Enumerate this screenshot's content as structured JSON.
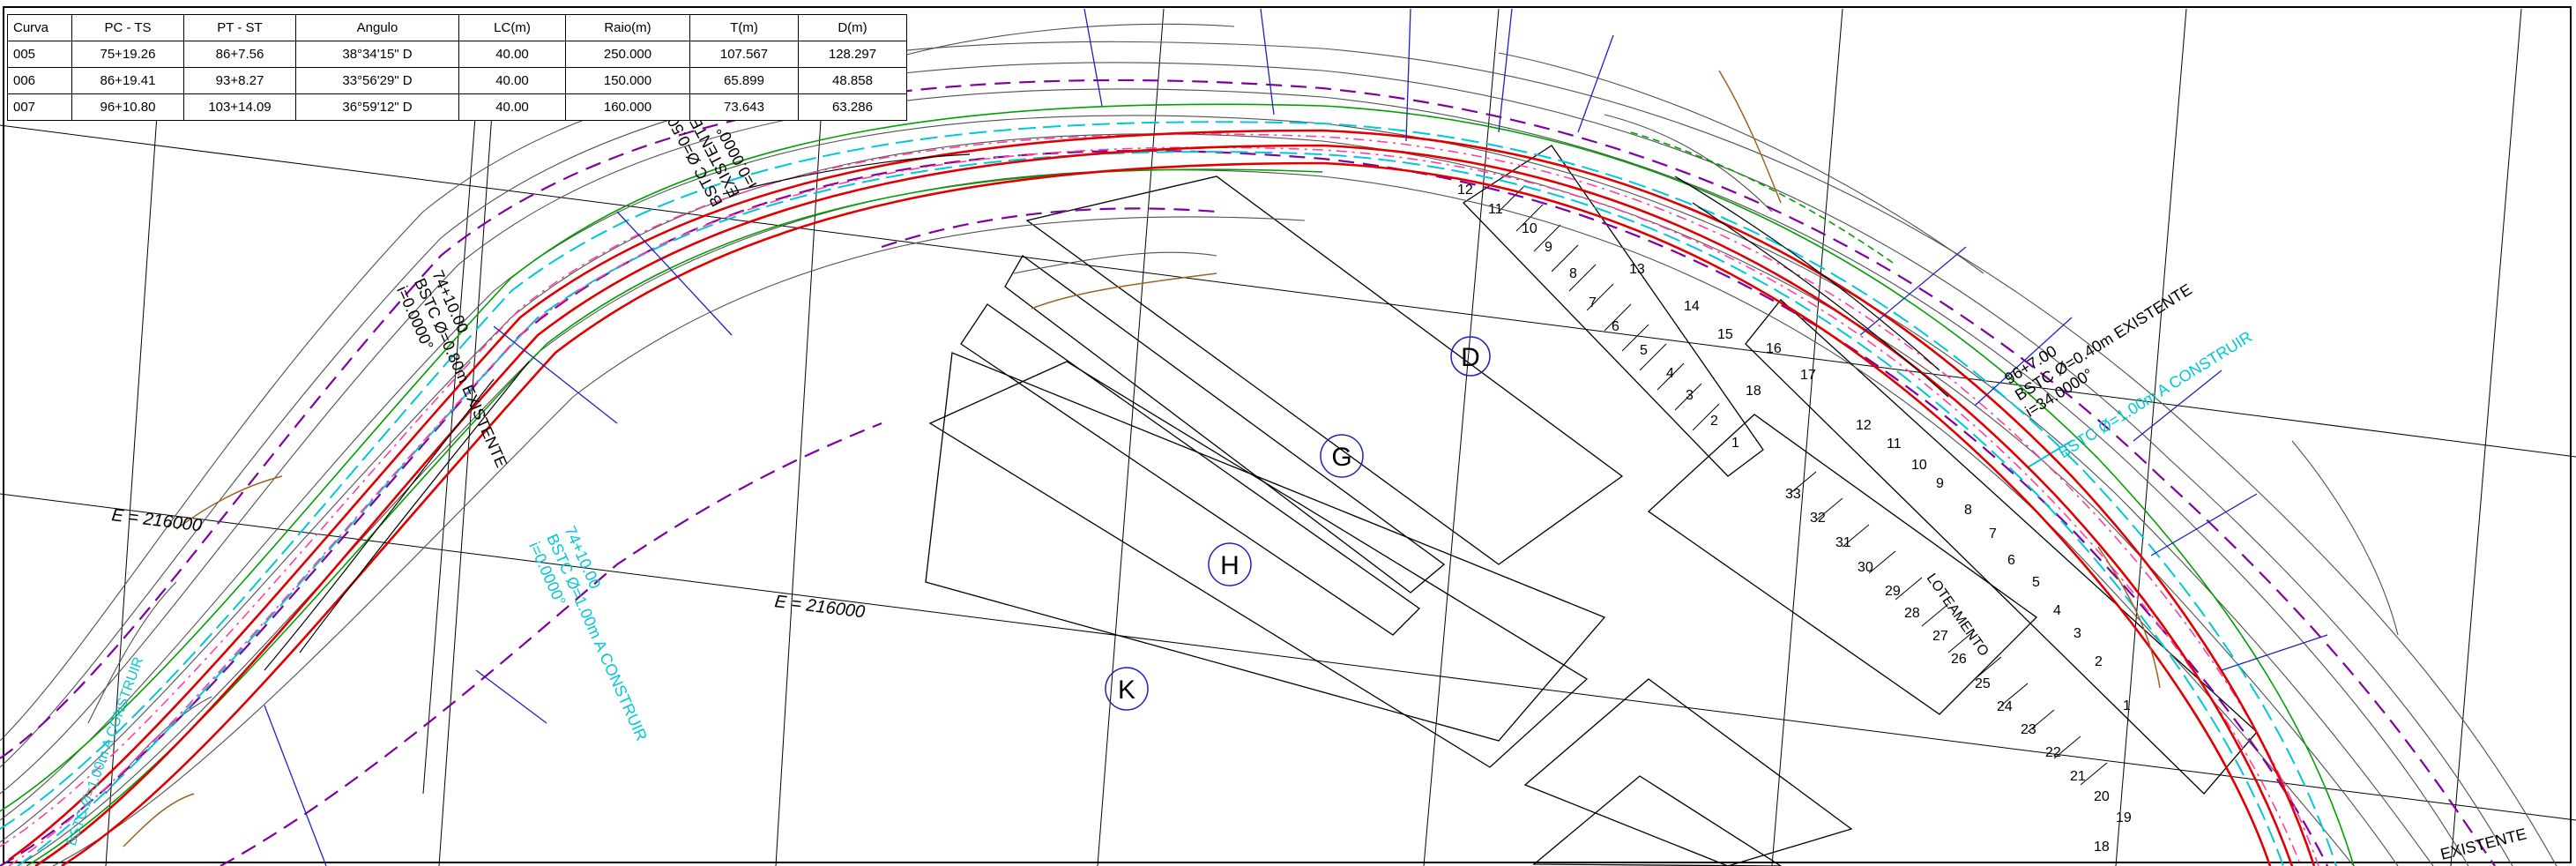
{
  "curve_table": {
    "headers": [
      "Curva",
      "PC - TS",
      "PT - ST",
      "Angulo",
      "LC(m)",
      "Raio(m)",
      "T(m)",
      "D(m)"
    ],
    "rows": [
      [
        "005",
        "75+19.26",
        "86+7.56",
        "38°34'15\" D",
        "40.00",
        "250.000",
        "107.567",
        "128.297"
      ],
      [
        "006",
        "86+19.41",
        "93+8.27",
        "33°56'29\" D",
        "40.00",
        "150.000",
        "65.899",
        "48.858"
      ],
      [
        "007",
        "96+10.80",
        "103+14.09",
        "36°59'12\" D",
        "40.00",
        "160.000",
        "73.643",
        "63.286"
      ]
    ]
  },
  "block_labels": [
    "D",
    "G",
    "H",
    "K"
  ],
  "grid_labels": [
    "E = 216000",
    "E = 216000"
  ],
  "lot_numbers_upper": [
    "12",
    "11",
    "10",
    "9",
    "8",
    "7",
    "6",
    "5",
    "4",
    "3",
    "2",
    "1",
    "13",
    "14",
    "15",
    "16",
    "17",
    "18"
  ],
  "lot_numbers_lower": [
    "12",
    "11",
    "10",
    "9",
    "8",
    "7",
    "6",
    "5",
    "4",
    "3",
    "2",
    "1",
    "33",
    "32",
    "31",
    "30",
    "29",
    "28",
    "27",
    "26",
    "25",
    "24",
    "23",
    "22",
    "21",
    "20",
    "19",
    "18"
  ],
  "loteamento_label": "LOTEAMENTO",
  "culvert_annotations": {
    "right": [
      "96+7.00",
      "BSTC Ø=0.40m  EXISTENTE",
      "i=34.0000°"
    ],
    "right_new": [
      "BSTC Ø=1.00m  A CONSTRUIR"
    ],
    "top_left": [
      "BSTC Ø=0.50m",
      "EXISTENTE",
      "i=0.0000°"
    ],
    "left": [
      "74+10.00",
      "BSTC Ø=0.80m  EXISTENTE",
      "i=0.0000°"
    ],
    "center_new": [
      "74+10.00",
      "BSTC Ø=1.00m  A CONSTRUIR",
      "i=0.0000°"
    ],
    "bottom_left_new": [
      "BSTC Ø=1.00m  A CONSTRUIR"
    ],
    "bottom_right": [
      "EXISTENTE"
    ]
  },
  "colors": {
    "axis": "#e00000",
    "offset": "#00c8d8",
    "boundary": "#8000a0",
    "contour": "#505050",
    "green": "#00a000",
    "blue": "#2020c0",
    "brown": "#a06020"
  }
}
